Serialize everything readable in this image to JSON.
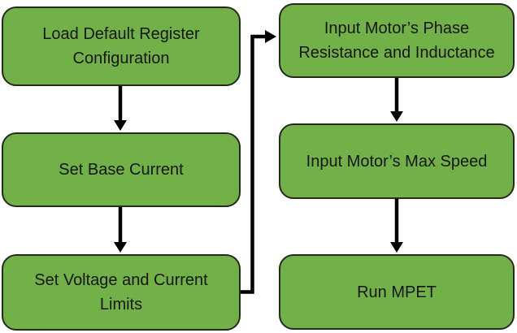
{
  "diagram": {
    "type": "flowchart",
    "colors": {
      "box_fill": "#72B148",
      "box_border": "#242B1E",
      "arrow": "#000000",
      "text": "#161616",
      "background": "#FFFFFF"
    },
    "nodes": [
      {
        "id": "load-default-register-configuration",
        "label": "Load Default Register Configuration"
      },
      {
        "id": "set-base-current",
        "label": "Set Base Current"
      },
      {
        "id": "set-voltage-and-current-limits",
        "label": "Set Voltage and Current Limits"
      },
      {
        "id": "input-motors-phase-resistance-and-inductance",
        "label": "Input Motor’s Phase Resistance and Inductance"
      },
      {
        "id": "input-motors-max-speed",
        "label": "Input Motor’s Max Speed"
      },
      {
        "id": "run-mpet",
        "label": "Run MPET"
      }
    ],
    "edges": [
      {
        "from": "load-default-register-configuration",
        "to": "set-base-current"
      },
      {
        "from": "set-base-current",
        "to": "set-voltage-and-current-limits"
      },
      {
        "from": "set-voltage-and-current-limits",
        "to": "input-motors-phase-resistance-and-inductance"
      },
      {
        "from": "input-motors-phase-resistance-and-inductance",
        "to": "input-motors-max-speed"
      },
      {
        "from": "input-motors-max-speed",
        "to": "run-mpet"
      }
    ]
  }
}
